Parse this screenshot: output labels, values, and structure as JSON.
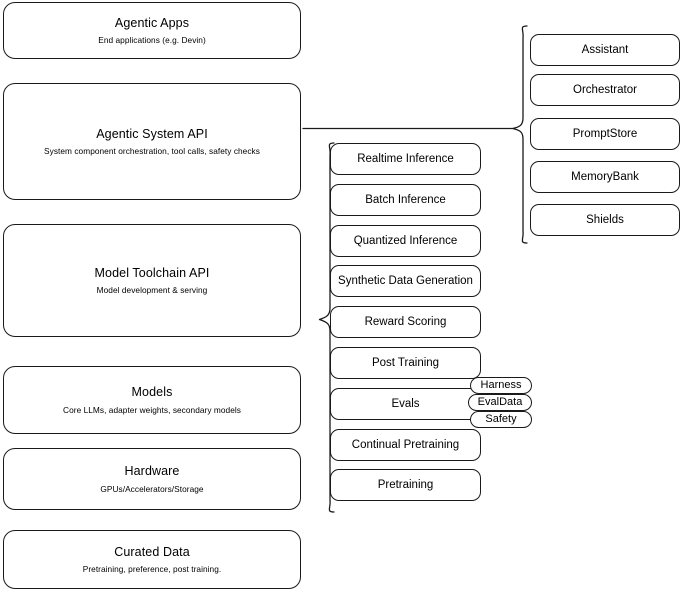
{
  "diagram": {
    "title": "AI stack layered architecture diagram",
    "stroke_color": "#1a1a1a",
    "background_color": "#ffffff"
  },
  "layers": [
    {
      "name": "agentic-apps",
      "title": "Agentic Apps",
      "subtitle": "End applications (e.g. Devin)"
    },
    {
      "name": "agentic-system-api",
      "title": "Agentic System API",
      "subtitle": "System component orchestration, tool calls, safety checks"
    },
    {
      "name": "model-toolchain-api",
      "title": "Model Toolchain API",
      "subtitle": "Model development & serving"
    },
    {
      "name": "models",
      "title": "Models",
      "subtitle": "Core LLMs, adapter weights, secondary models"
    },
    {
      "name": "hardware",
      "title": "Hardware",
      "subtitle": "GPUs/Accelerators/Storage"
    },
    {
      "name": "curated-data",
      "title": "Curated Data",
      "subtitle": "Pretraining, preference, post training."
    }
  ],
  "toolchain_capabilities": [
    {
      "name": "realtime-inference",
      "label": "Realtime Inference"
    },
    {
      "name": "batch-inference",
      "label": "Batch Inference"
    },
    {
      "name": "quantized-inference",
      "label": "Quantized Inference"
    },
    {
      "name": "synthetic-data-generation",
      "label": "Synthetic Data Generation"
    },
    {
      "name": "reward-scoring",
      "label": "Reward Scoring"
    },
    {
      "name": "post-training",
      "label": "Post Training"
    },
    {
      "name": "evals",
      "label": "Evals"
    },
    {
      "name": "continual-pretraining",
      "label": "Continual Pretraining"
    },
    {
      "name": "pretraining",
      "label": "Pretraining"
    }
  ],
  "evals_badges": [
    {
      "name": "harness",
      "label": "Harness"
    },
    {
      "name": "evaldata",
      "label": "EvalData"
    },
    {
      "name": "safety",
      "label": "Safety"
    }
  ],
  "system_components": [
    {
      "name": "assistant",
      "label": "Assistant"
    },
    {
      "name": "orchestrator",
      "label": "Orchestrator"
    },
    {
      "name": "promptstore",
      "label": "PromptStore"
    },
    {
      "name": "memorybank",
      "label": "MemoryBank"
    },
    {
      "name": "shields",
      "label": "Shields"
    }
  ]
}
